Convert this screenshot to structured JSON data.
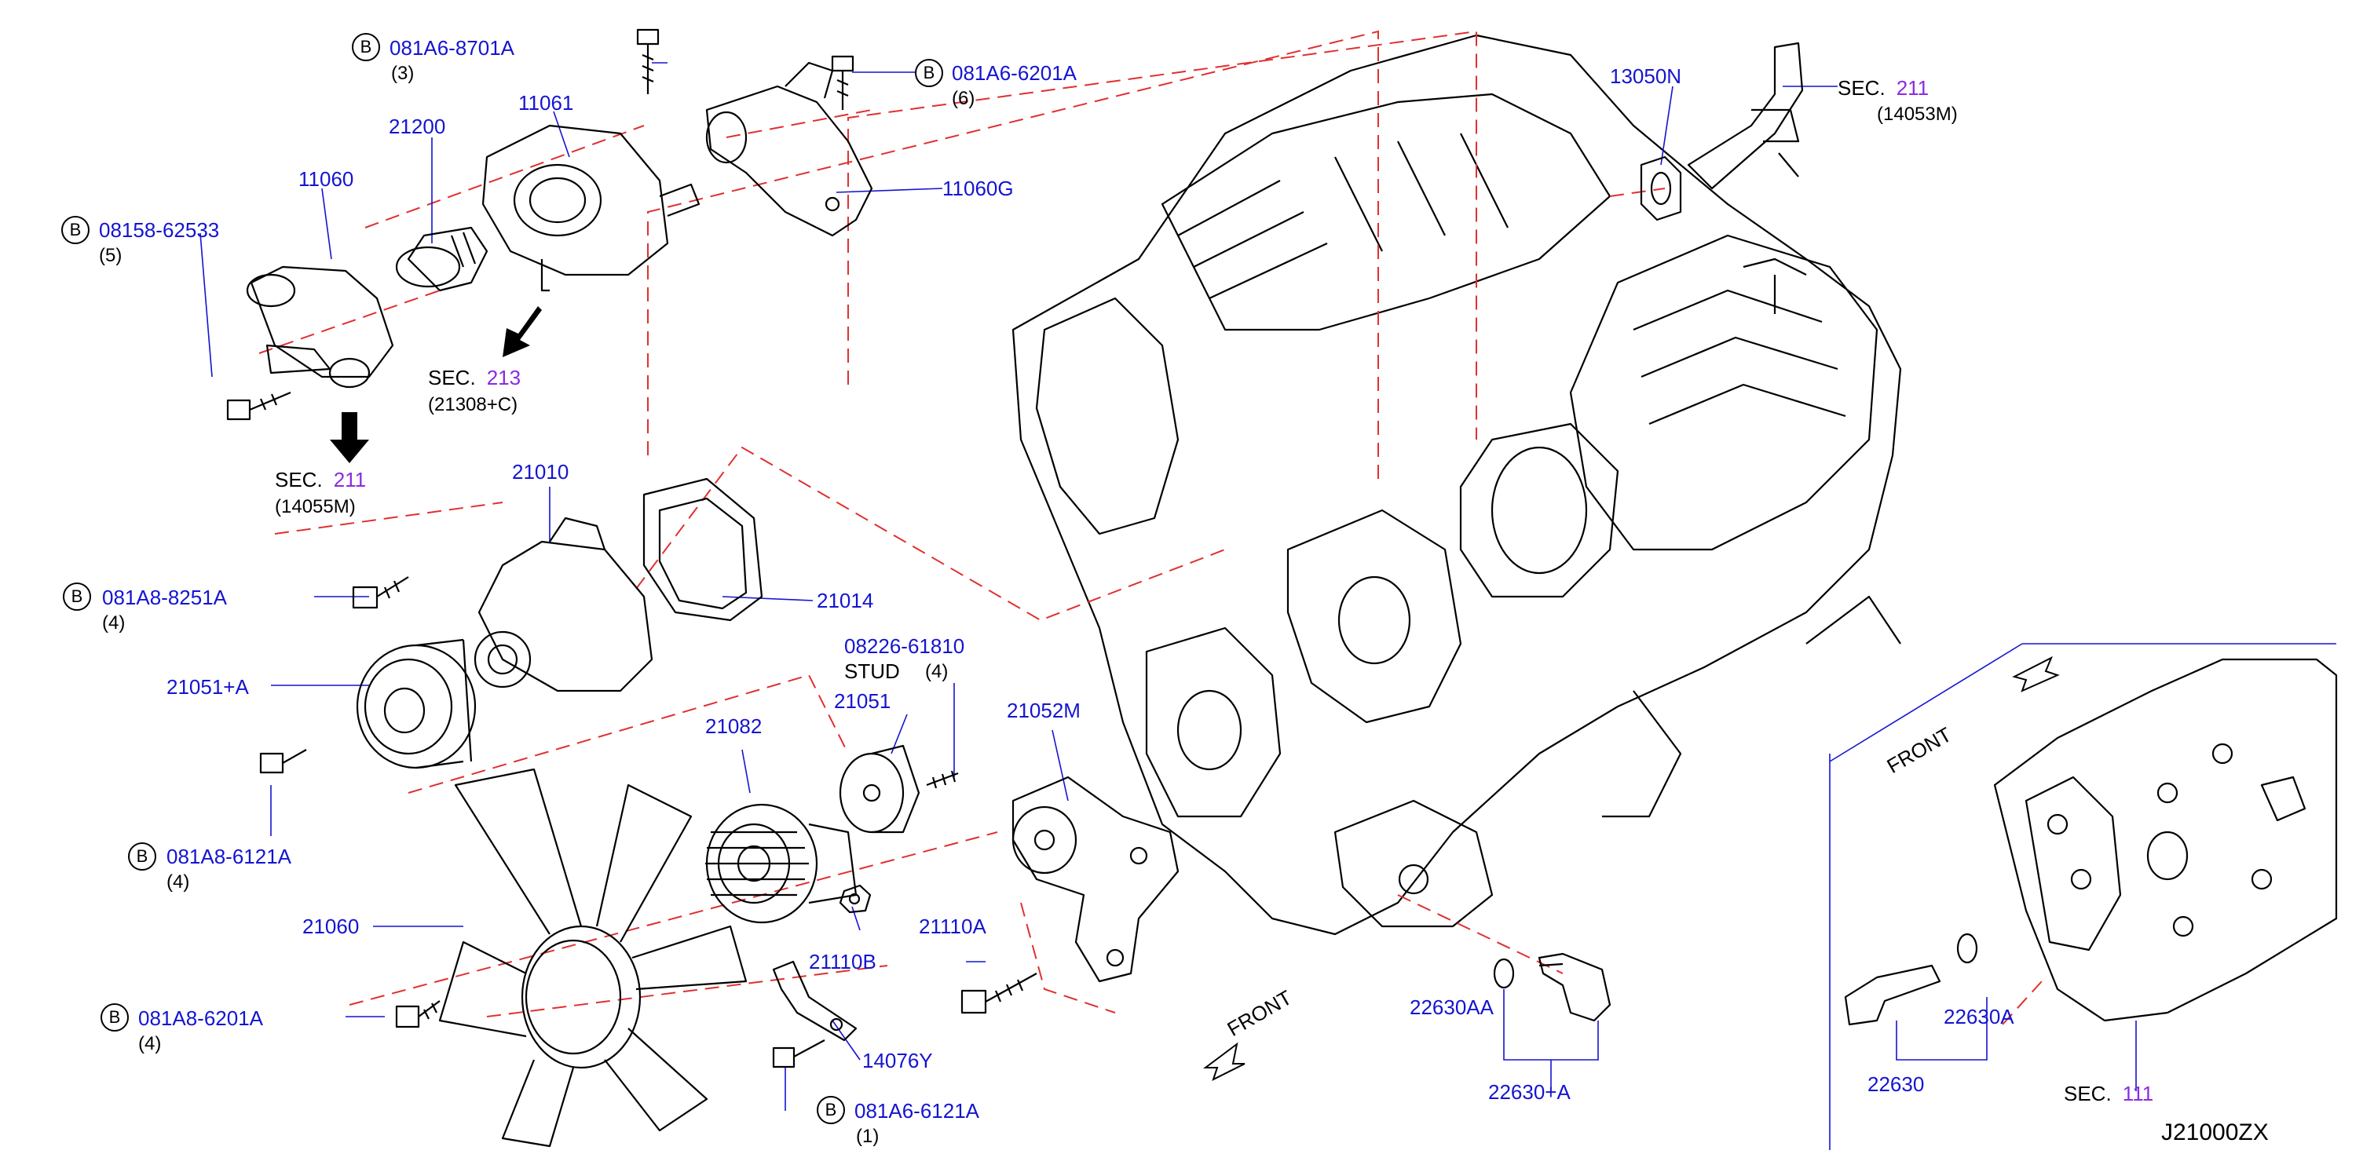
{
  "diagram_id": "J21000ZX",
  "colors": {
    "part_number": "#1414d2",
    "section_number": "#8a2be2",
    "leader": "#1414d2",
    "phantom": "#e03030",
    "ink": "#000000"
  },
  "bolt_callouts": [
    {
      "prefix": "B",
      "part": "081A6-8701A",
      "qty": "(3)"
    },
    {
      "prefix": "B",
      "part": "081A6-6201A",
      "qty": "(6)"
    },
    {
      "prefix": "B",
      "part": "08158-62533",
      "qty": "(5)"
    },
    {
      "prefix": "B",
      "part": "081A8-8251A",
      "qty": "(4)"
    },
    {
      "prefix": "B",
      "part": "081A8-6121A",
      "qty": "(4)"
    },
    {
      "prefix": "B",
      "part": "081A8-6201A",
      "qty": "(4)"
    },
    {
      "prefix": "B",
      "part": "081A6-6121A",
      "qty": "(1)"
    }
  ],
  "parts": {
    "p11061": "11061",
    "p21200": "21200",
    "p11060": "11060",
    "p11060g": "11060G",
    "p13050n": "13050N",
    "p21010": "21010",
    "p21014": "21014",
    "p21051a": "21051+A",
    "p08226": "08226-61810",
    "stud": "STUD",
    "stud_qty": "(4)",
    "p21051": "21051",
    "p21082": "21082",
    "p21052m": "21052M",
    "p21060": "21060",
    "p21110b": "21110B",
    "p21110a": "21110A",
    "p14076y": "14076Y",
    "p22630aa": "22630AA",
    "p22630a_plus": "22630+A",
    "p22630a": "22630A",
    "p22630": "22630"
  },
  "sections": [
    {
      "word": "SEC.",
      "num": "213",
      "sub": "(21308+C)"
    },
    {
      "word": "SEC.",
      "num": "211",
      "sub": "(14055M)"
    },
    {
      "word": "SEC.",
      "num": "211",
      "sub": "(14053M)"
    },
    {
      "word": "SEC.",
      "num": "111",
      "sub": ""
    }
  ],
  "front_labels": [
    "FRONT",
    "FRONT"
  ]
}
